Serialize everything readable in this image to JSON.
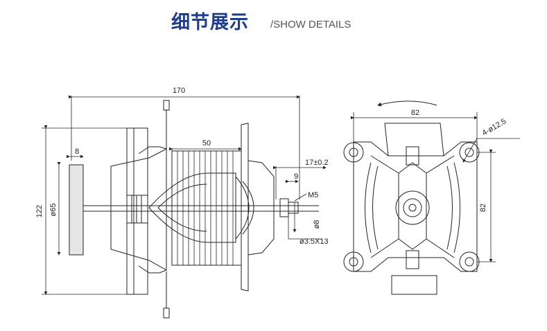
{
  "header": {
    "title_cn": "细节展示",
    "title_en": "/SHOW DETAILS"
  },
  "dims": {
    "overall_length": "170",
    "stack_length": "50",
    "fan_thickness": "8",
    "height": "122",
    "fan_dia": "ø65",
    "shaft_ext": "17±0.2",
    "shaft_step": "9",
    "thread": "M5",
    "shaft_dia": "ø8",
    "shaft_end": "ø3.5X13",
    "front_width": "82",
    "front_height": "82",
    "mount_holes": "4-ø12.5"
  },
  "colors": {
    "title": "#1f3b8c",
    "line": "#222222"
  }
}
